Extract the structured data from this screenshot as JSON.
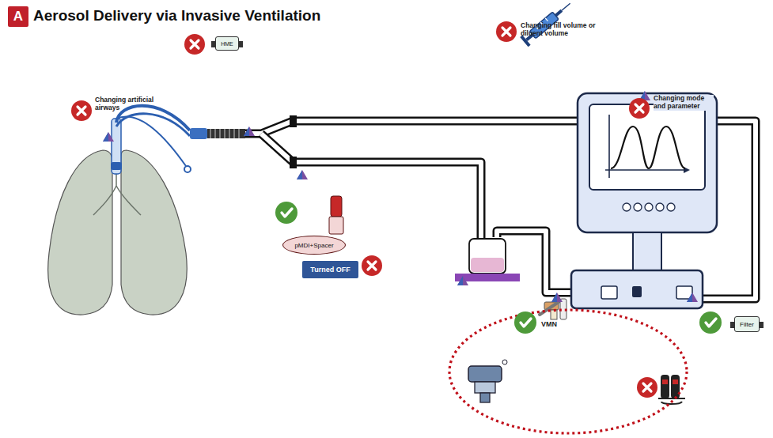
{
  "diagram": {
    "title": "Aerosol Delivery via Invasive Ventilation",
    "nodes": [
      {
        "text": [
          "HME"
        ]
      },
      {
        "text": [
          "pMDI+Spacer"
        ]
      },
      {
        "text": [
          "Turned OFF"
        ]
      },
      {
        "text": [
          "Filter"
        ]
      }
    ],
    "labels": [
      "A",
      "Changing artificial airways",
      "Changing fill volume or diluent volume",
      "Changing mode and parameter",
      "VMN"
    ]
  }
}
